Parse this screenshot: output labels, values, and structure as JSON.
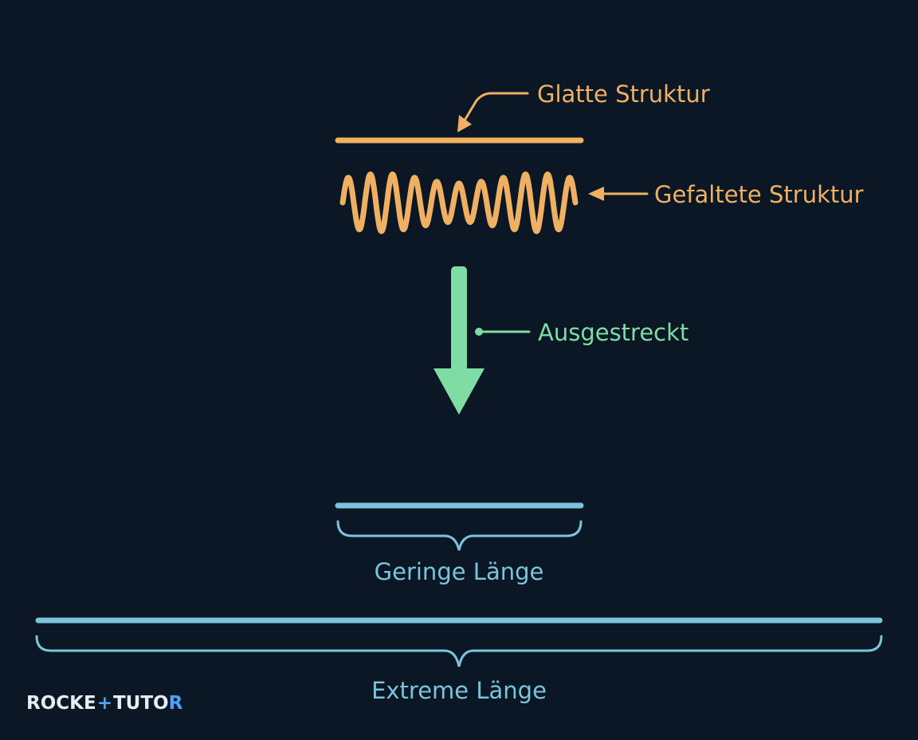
{
  "labels": {
    "smooth": "Glatte Struktur",
    "folded": "Gefaltete Struktur",
    "stretched": "Ausgestreckt",
    "short_length": "Geringe Länge",
    "extreme_length": "Extreme Länge"
  },
  "logo": {
    "part1": "ROCKE",
    "plus": "+",
    "part2": "TUTO",
    "part3": "R"
  },
  "colors": {
    "orange": "#f0b062",
    "green": "#7fdca4",
    "blue": "#7cc4dc",
    "background": "#0b1724"
  }
}
